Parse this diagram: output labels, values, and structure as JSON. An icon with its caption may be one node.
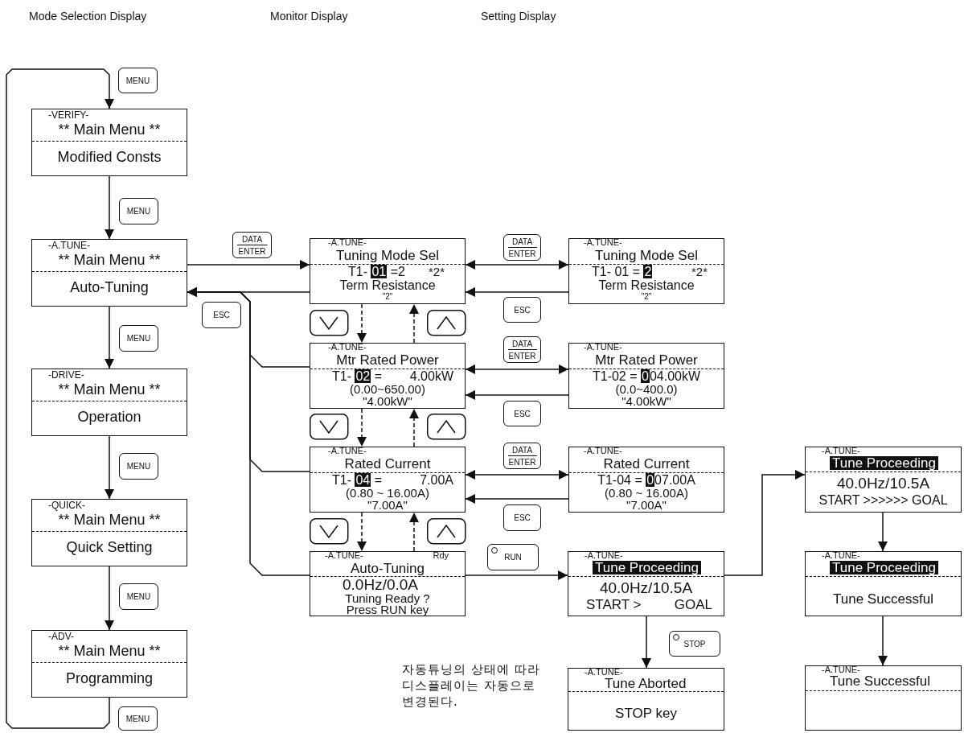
{
  "diagram": {
    "nodes": [
      {
        "text": [
          "-VERIFY-",
          "** Main Menu **",
          "Modified Consts"
        ]
      },
      {
        "text": [
          "-A.TUNE-",
          "** Main Menu **",
          "Auto-Tuning"
        ]
      },
      {
        "text": [
          "-DRIVE-",
          "** Main Menu **",
          "Operation"
        ]
      },
      {
        "text": [
          "-QUICK-",
          "** Main Menu **",
          "Quick Setting"
        ]
      },
      {
        "text": [
          "-ADV-",
          "** Main Menu **",
          "Programming"
        ]
      },
      {
        "text": [
          "-A.TUNE-",
          "Tuning Mode Sel",
          "T1- **01** =2",
          "*2*",
          "Term Resistance",
          "\"2\""
        ]
      },
      {
        "text": [
          "-A.TUNE-",
          "Mtr Rated Power",
          "T1- **02** =",
          "4.00kW",
          "(0.00~650.00)",
          "\"4.00kW\""
        ]
      },
      {
        "text": [
          "-A.TUNE-",
          "Rated Current",
          "T1- **04** =",
          "7.00A",
          "(0.80 ~ 16.00A)",
          "\"7.00A\""
        ]
      },
      {
        "text": [
          "-A.TUNE-",
          "Rdy",
          "Auto-Tuning",
          "0.0Hz/0.0A",
          "Tuning Ready ?",
          "Press RUN key"
        ]
      },
      {
        "text": [
          "-A.TUNE-",
          "Tuning Mode Sel",
          "T1- 01 = **2**",
          "*2*",
          "Term Resistance",
          "\"2\""
        ]
      },
      {
        "text": [
          "-A.TUNE-",
          "Mtr Rated Power",
          "T1-02 = **0**04.00kW",
          "(0.0~400.0)",
          "\"4.00kW\""
        ]
      },
      {
        "text": [
          "-A.TUNE-",
          "Rated Current",
          "T1-04 = **0**07.00A",
          "(0.80 ~ 16.00A)",
          "\"7.00A\""
        ]
      },
      {
        "text": [
          "-A.TUNE-",
          "Tune Proceeding",
          "40.0Hz/10.5A",
          "START >",
          "GOAL"
        ]
      },
      {
        "text": [
          "-A.TUNE-",
          "Tune Aborted",
          "STOP key"
        ]
      },
      {
        "text": [
          "-A.TUNE-",
          "Tune Proceeding",
          "40.0Hz/10.5A",
          "START >>>>>> GOAL"
        ]
      },
      {
        "text": [
          "-A.TUNE-",
          "Tune Proceeding",
          "Tune Successful"
        ]
      },
      {
        "text": [
          "-A.TUNE-",
          "Tune Successful"
        ]
      }
    ],
    "edges": [
      {
        "from": 0,
        "to": 1,
        "arrow": "to"
      },
      {
        "from": 1,
        "to": 2,
        "arrow": "to"
      },
      {
        "from": 2,
        "to": 3,
        "arrow": "to"
      },
      {
        "from": 3,
        "to": 4,
        "arrow": "to"
      },
      {
        "from": 4,
        "to": 0,
        "arrow": "to"
      },
      {
        "from": 1,
        "to": 5,
        "arrow": "to"
      },
      {
        "from": 5,
        "to": 1,
        "arrow": "to"
      },
      {
        "from": 6,
        "to": 1,
        "arrow": "to"
      },
      {
        "from": 7,
        "to": 1,
        "arrow": "to"
      },
      {
        "from": 8,
        "to": 1,
        "arrow": "to"
      },
      {
        "from": 5,
        "to": 9,
        "arrow": "both"
      },
      {
        "from": 9,
        "to": 5,
        "arrow": "to"
      },
      {
        "from": 6,
        "to": 10,
        "arrow": "both"
      },
      {
        "from": 10,
        "to": 6,
        "arrow": "to"
      },
      {
        "from": 7,
        "to": 11,
        "arrow": "both"
      },
      {
        "from": 11,
        "to": 7,
        "arrow": "to"
      },
      {
        "from": 5,
        "to": 6,
        "arrow": "to",
        "style": "dashed"
      },
      {
        "from": 6,
        "to": 5,
        "arrow": "to",
        "style": "dashed"
      },
      {
        "from": 6,
        "to": 7,
        "arrow": "to",
        "style": "dashed"
      },
      {
        "from": 7,
        "to": 6,
        "arrow": "to",
        "style": "dashed"
      },
      {
        "from": 7,
        "to": 8,
        "arrow": "to",
        "style": "dashed"
      },
      {
        "from": 8,
        "to": 7,
        "arrow": "to",
        "style": "dashed"
      },
      {
        "from": 8,
        "to": 12,
        "arrow": "to"
      },
      {
        "from": 12,
        "to": 13,
        "arrow": "to"
      },
      {
        "from": 12,
        "to": 14,
        "arrow": "to"
      },
      {
        "from": 14,
        "to": 15,
        "arrow": "to"
      },
      {
        "from": 15,
        "to": 16,
        "arrow": "to"
      }
    ],
    "labels": [
      "Mode Selection Display",
      "Monitor Display",
      "Setting Display",
      "MENU",
      "MENU",
      "DATA ENTER",
      "DATA ENTER",
      "ESC",
      "ESC",
      "MENU",
      "DATA ENTER",
      "ESC",
      "DATA ENTER",
      "MENU",
      "ESC",
      "RUN",
      "MENU",
      "STOP",
      "자동튜닝의 상태에 따라 디스플레이는 자동으로 변경된다.",
      "MENU"
    ]
  }
}
